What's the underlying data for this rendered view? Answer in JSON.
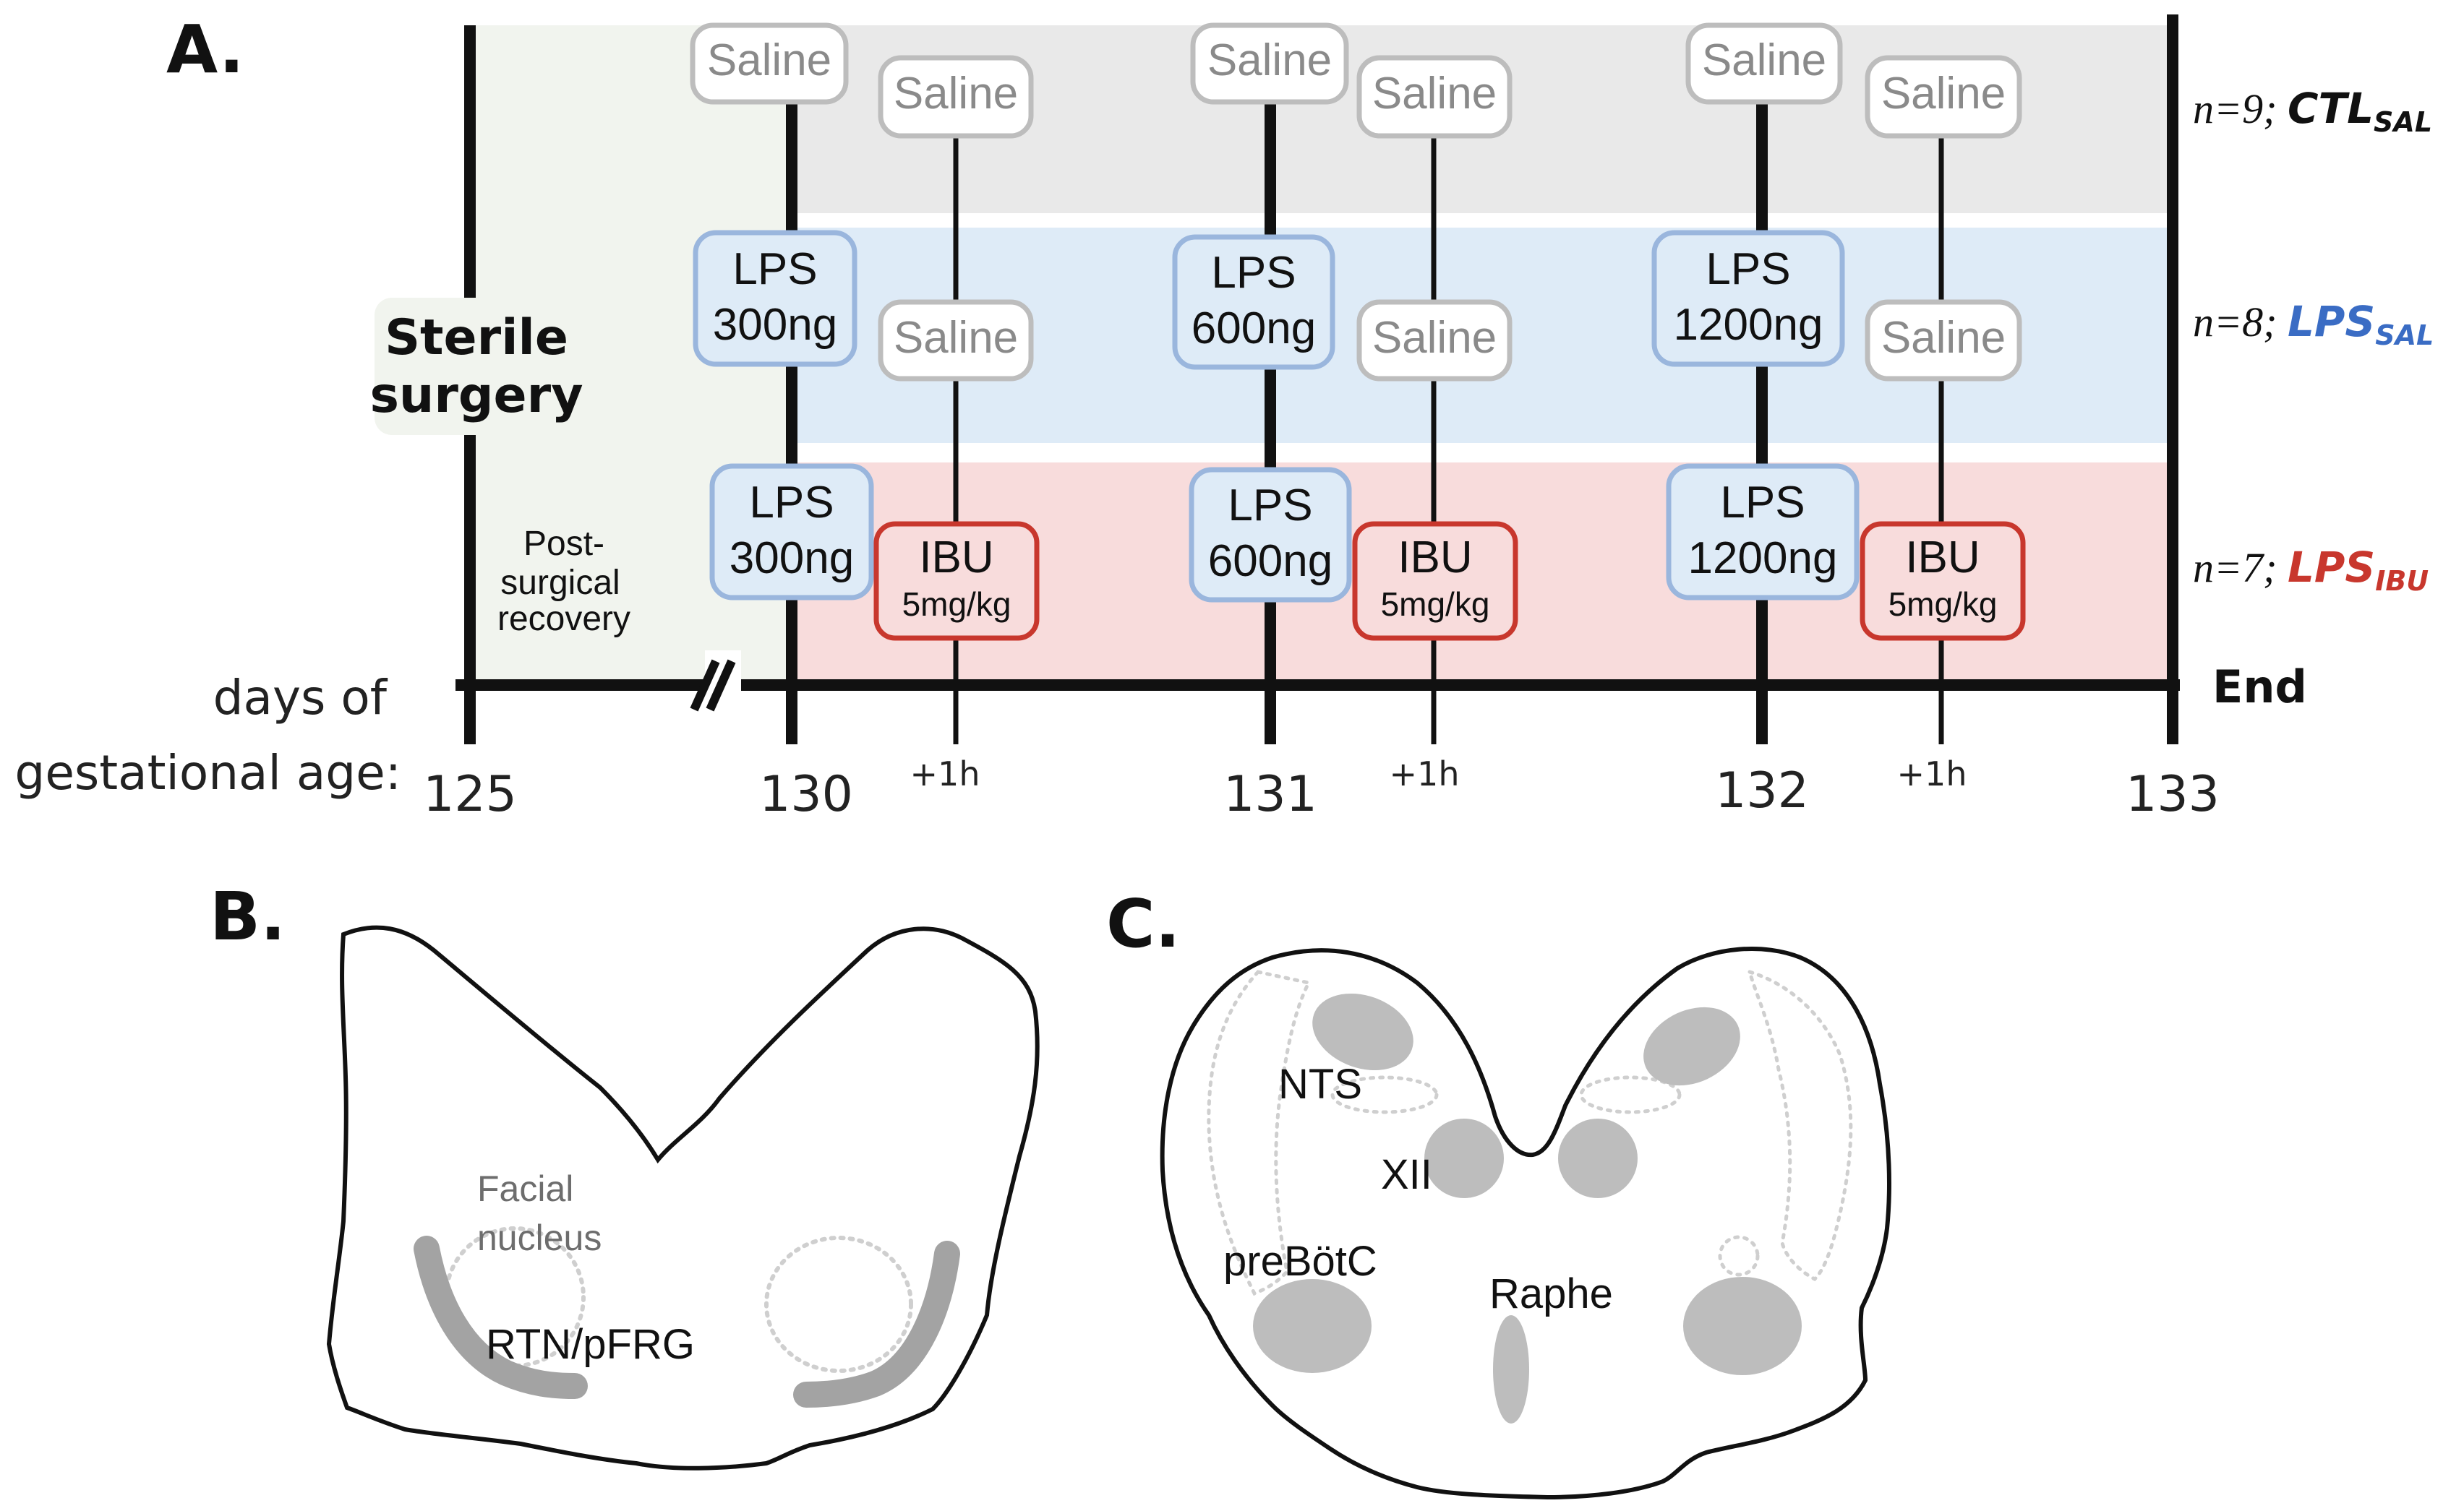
{
  "panel_a": {
    "label": "A.",
    "surgery_label_line1": "Sterile",
    "surgery_label_line2": "surgery",
    "recovery_line1": "Post-",
    "recovery_line2": "surgical",
    "recovery_line3": "recovery",
    "axis_label_line1": "days of",
    "axis_label_line2": "gestational age:",
    "end_label": "End",
    "ticks": [
      "125",
      "130",
      "131",
      "132",
      "133"
    ],
    "plus_hour_label": "+1h",
    "groups": [
      {
        "n_prefix": "n=9; ",
        "name_main": "CTL",
        "name_sub": "SAL",
        "color": "#111111"
      },
      {
        "n_prefix": "n=8; ",
        "name_main": "LPS",
        "name_sub": "SAL",
        "color": "#3a6cc4"
      },
      {
        "n_prefix": "n=7; ",
        "name_main": "LPS",
        "name_sub": "IBU",
        "color": "#c8372d"
      }
    ],
    "saline_label": "Saline",
    "lps_label": "LPS",
    "lps_doses": [
      "300ng",
      "600ng",
      "1200ng"
    ],
    "ibu_label": "IBU",
    "ibu_dose": "5mg/kg",
    "band_colors": {
      "ctl": "#e9e9e9",
      "lps_sal": "#deebf7",
      "lps_ibu": "#f8dcdc",
      "recovery": "#f1f4ee"
    }
  },
  "panel_b": {
    "label": "B.",
    "facial_line1": "Facial",
    "facial_line2": "nucleus",
    "rtn_label": "RTN/pFRG"
  },
  "panel_c": {
    "label": "C.",
    "nts_label": "NTS",
    "xii_label": "XII",
    "prebotc_label": "preBötC",
    "raphe_label": "Raphe"
  }
}
